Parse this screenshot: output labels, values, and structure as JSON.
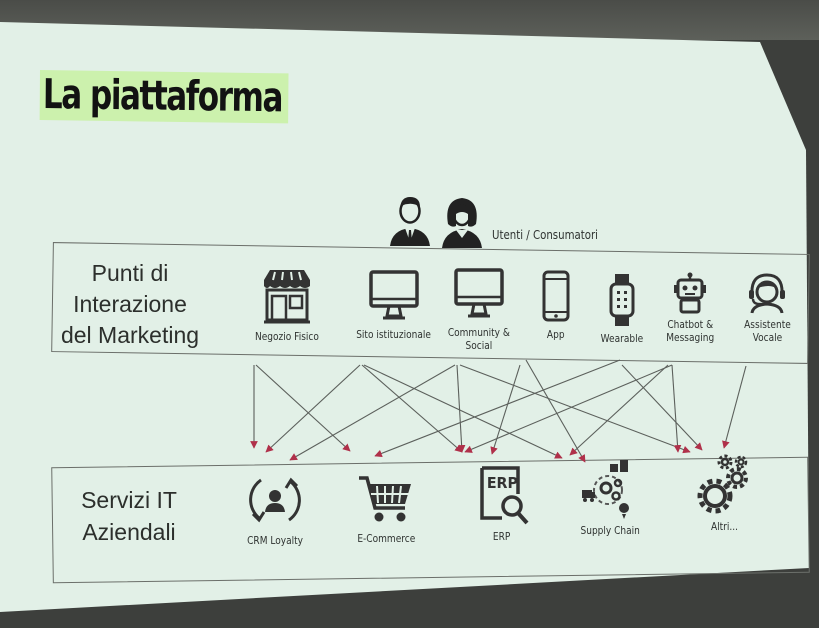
{
  "title": "La piattaforma",
  "users": {
    "label": "Utenti / Consumatori",
    "icons": [
      "man-icon",
      "woman-icon"
    ]
  },
  "interaction_band": {
    "label_lines": [
      "Punti di",
      "Interazione",
      "del Marketing"
    ],
    "items": [
      {
        "name": "negozio-fisico",
        "icon": "storefront-icon",
        "label_lines": [
          "Negozio Fisico"
        ]
      },
      {
        "name": "sito-istituzionale",
        "icon": "desktop-monitor-icon",
        "label_lines": [
          "Sito istituzionale"
        ]
      },
      {
        "name": "community-social",
        "icon": "desktop-monitor-icon",
        "label_lines": [
          "Community &",
          "Social"
        ]
      },
      {
        "name": "app",
        "icon": "smartphone-icon",
        "label_lines": [
          "App"
        ]
      },
      {
        "name": "wearable",
        "icon": "smartwatch-icon",
        "label_lines": [
          "Wearable"
        ]
      },
      {
        "name": "chatbot-messaging",
        "icon": "robot-icon",
        "label_lines": [
          "Chatbot &",
          "Messaging"
        ]
      },
      {
        "name": "assistente-vocale",
        "icon": "headset-agent-icon",
        "label_lines": [
          "Assistente",
          "Vocale"
        ]
      }
    ]
  },
  "services_band": {
    "label_lines": [
      "Servizi IT",
      "Aziendali"
    ],
    "items": [
      {
        "name": "crm-loyalty",
        "icon": "crm-cycle-icon",
        "label_lines": [
          "CRM Loyalty"
        ]
      },
      {
        "name": "e-commerce",
        "icon": "shopping-cart-icon",
        "label_lines": [
          "E-Commerce"
        ]
      },
      {
        "name": "erp",
        "icon": "erp-search-icon",
        "label_lines": [
          "ERP"
        ],
        "icon_text": "ERP"
      },
      {
        "name": "supply-chain",
        "icon": "supply-chain-icon",
        "label_lines": [
          "Supply Chain"
        ]
      },
      {
        "name": "altri",
        "icon": "gears-icon",
        "label_lines": [
          "Altri..."
        ]
      }
    ]
  },
  "colors": {
    "slide_background": "#e2f0e7",
    "title_highlight": "#ccf1ad",
    "arrowhead": "#b0304a",
    "line": "#5c605c",
    "icon": "#333333"
  }
}
